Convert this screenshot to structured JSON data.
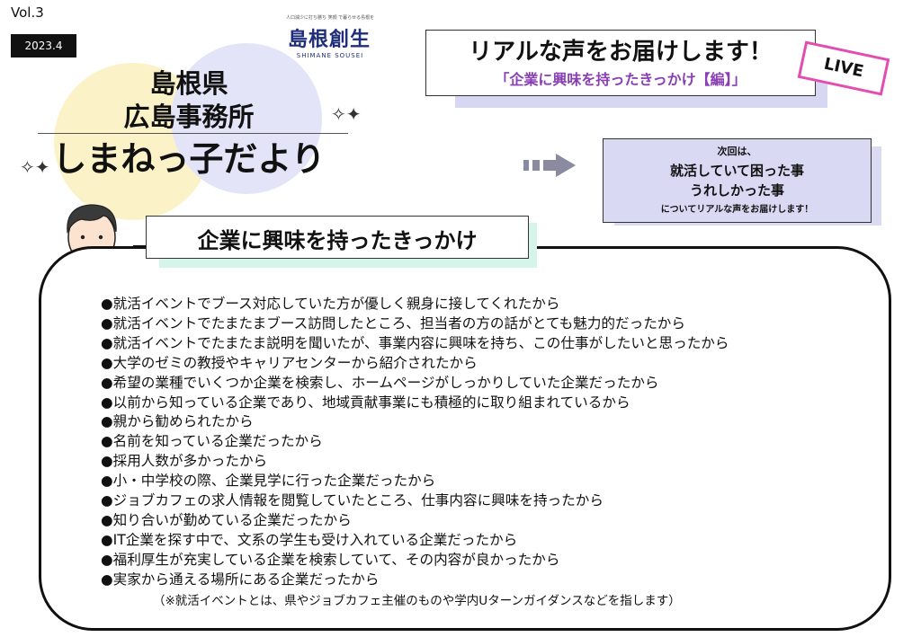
{
  "issue": {
    "volume": "Vol.3",
    "date": "2023.4"
  },
  "title": {
    "line1": "島根県",
    "line2": "広島事務所",
    "line3": "しまねっ子だより"
  },
  "logo": {
    "tagline": "人口減少に打ち勝ち 笑顔 で暮らせる島根をつくる",
    "name": "島根創生",
    "romaji": "SHIMANE SOUSEI"
  },
  "header": {
    "main": "リアルな声をお届けします！",
    "sub": "「企業に興味を持ったきっかけ【編】」",
    "badge": "LIVE"
  },
  "next": {
    "line1": "次回は、",
    "line2": "就活していて困った事",
    "line3": "うれしかった事",
    "line4": "についてリアルな声をお届けします！"
  },
  "section": {
    "title": "企業に興味を持ったきっかけ"
  },
  "items": [
    "就活イベントでブース対応していた方が優しく親身に接してくれたから",
    "就活イベントでたまたまブース訪問したところ、担当者の方の話がとても魅力的だったから",
    "就活イベントでたまたま説明を聞いたが、事業内容に興味を持ち、この仕事がしたいと思ったから",
    "大学のゼミの教授やキャリアセンターから紹介されたから",
    "希望の業種でいくつか企業を検索し、ホームページがしっかりしていた企業だったから",
    "以前から知っている企業であり、地域貢献事業にも積極的に取り組まれているから",
    "親から勧められたから",
    "名前を知っている企業だったから",
    "採用人数が多かったから",
    "小・中学校の際、企業見学に行った企業だったから",
    "ジョブカフェの求人情報を閲覧していたところ、仕事内容に興味を持ったから",
    "知り合いが勤めている企業だったから",
    "IT企業を探す中で、文系の学生も受け入れている企業だったから",
    "福利厚生が充実している企業を検索していて、その内容が良かったから",
    "実家から通える場所にある企業だったから"
  ],
  "note": "（※就活イベントとは、県やジョブカフェ主催のものや学内Uターンガイダンスなどを指します）",
  "colors": {
    "header_shadow": "#d7d7f3",
    "sub_purple": "#8a3fb4",
    "live_pink": "#e24db0",
    "section_shadow": "#d6f5ea",
    "logo_navy": "#1f2d7a"
  }
}
